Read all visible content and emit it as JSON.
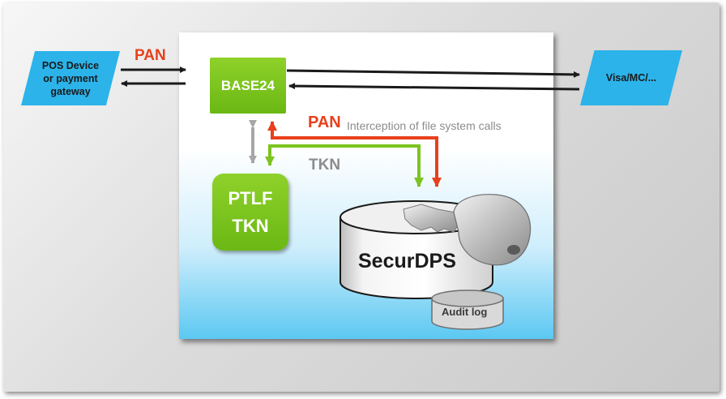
{
  "labels": {
    "pos_device": "POS Device or payment gateway",
    "pos_line1": "POS Device",
    "pos_line2": "or payment",
    "pos_line3": "gateway",
    "visa": "Visa/MC/...",
    "base24": "BASE24",
    "ptlf": "PTLF",
    "ptlf_tkn": "TKN",
    "pan_top": "PAN",
    "pan_mid": "PAN",
    "interception": "Interception of file system calls",
    "tkn_mid": "TKN",
    "securdps": "SecurDPS",
    "audit_log": "Audit log"
  },
  "colors": {
    "accent_red": "#e8401c",
    "green": "#7cc41f",
    "cyan": "#2bb3ea",
    "gray_text": "#8c8c8c",
    "arrow_dark": "#1a1a1a",
    "arrow_gray": "#a6a6a6"
  }
}
